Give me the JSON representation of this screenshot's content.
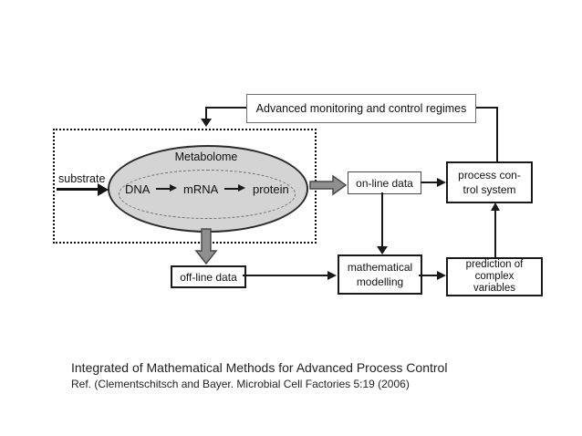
{
  "diagram": {
    "top_box_label": "Advanced monitoring and control regimes",
    "substrate_label": "substrate",
    "ellipse": {
      "title": "Metabolome",
      "dna": "DNA",
      "mrna": "mRNA",
      "protein": "protein"
    },
    "online_box_label": "on-line data",
    "process_box_line1": "process con-",
    "process_box_line2": "trol system",
    "offline_box_label": "off-line data",
    "math_box_line1": "mathematical",
    "math_box_line2": "modelling",
    "prediction_box_line1": "prediction of",
    "prediction_box_line2": "complex",
    "prediction_box_line3": "variables"
  },
  "caption": {
    "title": "Integrated of Mathematical Methods for Advanced Process Control",
    "reference": "Ref. (Clementschitsch and Bayer. Microbial Cell Factories 5:19 (2006)"
  },
  "colors": {
    "background": "#ffffff",
    "ellipse_fill": "#d4d4d4",
    "thick_arrow_fill": "#8f8f8f",
    "thick_arrow_stroke": "#4a4a4a",
    "line_color": "#1a1a1a",
    "text_color": "#111111"
  }
}
